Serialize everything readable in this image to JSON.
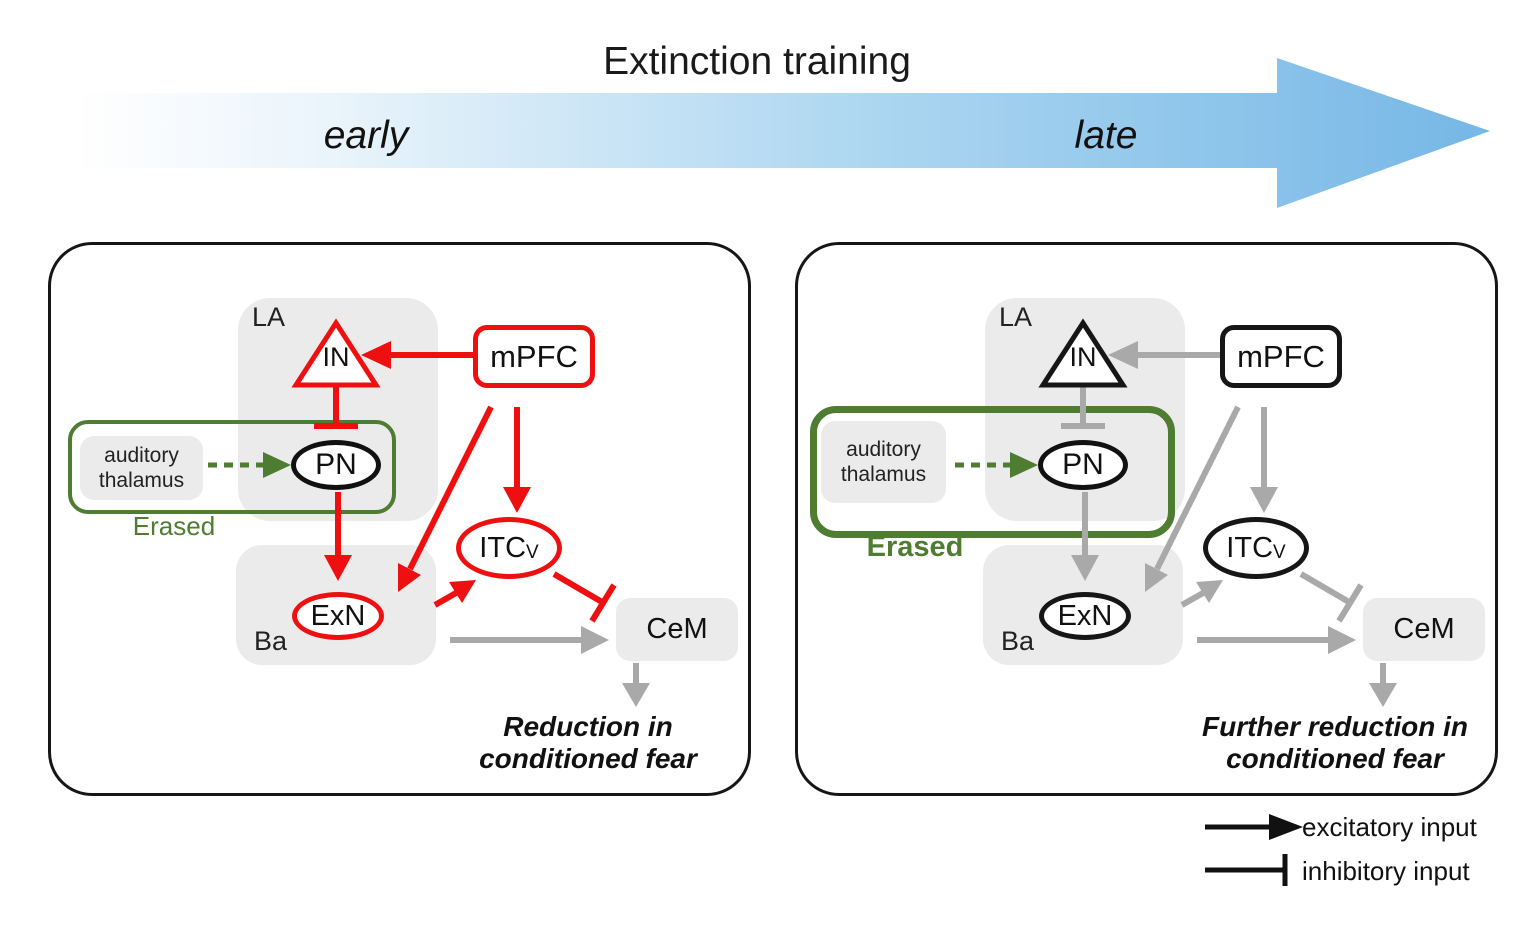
{
  "banner": {
    "title": "Extinction training",
    "early": "early",
    "late": "late"
  },
  "panels": [
    {
      "phase": "early",
      "la": "LA",
      "ba": "Ba",
      "in_node": "IN",
      "mpfc": "mPFC",
      "pn": "PN",
      "exn": "ExN",
      "itc": "ITC",
      "itc_sub": "V",
      "cem": "CeM",
      "auditory1": "auditory",
      "auditory2": "thalamus",
      "erased": "Erased",
      "caption1": "Reduction in",
      "caption2": "conditioned fear"
    },
    {
      "phase": "late",
      "la": "LA",
      "ba": "Ba",
      "in_node": "IN",
      "mpfc": "mPFC",
      "pn": "PN",
      "exn": "ExN",
      "itc": "ITC",
      "itc_sub": "V",
      "cem": "CeM",
      "auditory1": "auditory",
      "auditory2": "thalamus",
      "erased": "Erased",
      "caption1": "Further reduction in",
      "caption2": "conditioned fear"
    }
  ],
  "legend": {
    "excitatory": "excitatory input",
    "inhibitory": "inhibitory input"
  },
  "colors": {
    "active_red": "#ee1010",
    "inactive_gray": "#a9a9a9",
    "erased_green": "#4e7c31",
    "region_gray": "#ebebeb",
    "timeline_blue_start": "#ffffff",
    "timeline_blue_end": "#76b7e6",
    "ink": "#1a1a1a"
  }
}
